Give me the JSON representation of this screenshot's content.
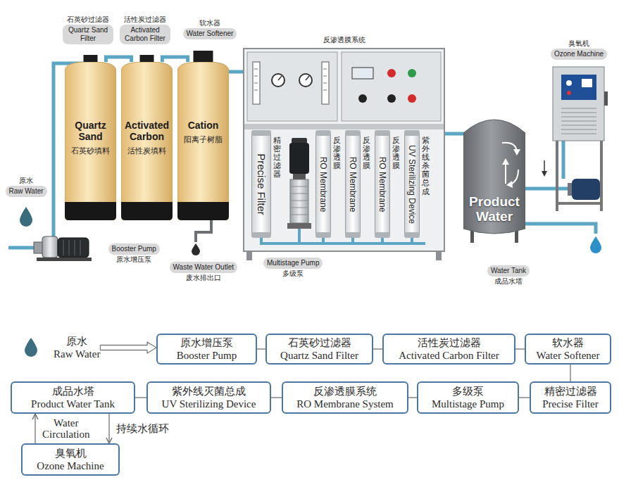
{
  "diagram": {
    "nodes": [
      {
        "text": [
          "石英砂过滤器",
          "Quartz Sand Filter"
        ]
      },
      {
        "text": [
          "活性炭过滤器",
          "Activated Carbon Filter"
        ]
      },
      {
        "text": [
          "软水器",
          "Water Softener"
        ]
      },
      {
        "text": [
          "反渗透膜系统"
        ]
      },
      {
        "text": [
          "臭氧机",
          "Ozone Machine"
        ]
      },
      {
        "text": [
          "Quartz Sand",
          "石英砂填料"
        ]
      },
      {
        "text": [
          "Activated Carbon",
          "活性炭填料"
        ]
      },
      {
        "text": [
          "Cation",
          "阳离子树脂"
        ]
      },
      {
        "text": [
          "Precise Filter",
          "精密过滤器"
        ],
        "in": 3
      },
      {
        "text": [
          "RO Membrane",
          "反渗透膜"
        ],
        "in": 3
      },
      {
        "text": [
          "RO Membrane",
          "反渗透膜"
        ],
        "in": 3
      },
      {
        "text": [
          "RO Membrane",
          "反渗透膜"
        ],
        "in": 3
      },
      {
        "text": [
          "UV Sterilizing Device",
          "紫外线杀菌总成"
        ],
        "in": 3
      },
      {
        "text": [
          "Product Water"
        ]
      },
      {
        "text": [
          "原水",
          "Raw Water"
        ]
      },
      {
        "text": [
          "Booster Pump",
          "原水增压泵"
        ]
      },
      {
        "text": [
          "Waste Water Outlet",
          "废水排出口"
        ]
      },
      {
        "text": [
          "Multistage Pump",
          "多级泵"
        ]
      },
      {
        "text": [
          "Water Tank",
          "成品水塔"
        ]
      },
      {
        "text": [
          "原水",
          "Raw Water"
        ]
      },
      {
        "text": [
          "原水增压泵",
          "Booster Pump"
        ]
      },
      {
        "text": [
          "石英砂过滤器",
          "Quartz Sand Filter"
        ]
      },
      {
        "text": [
          "活性炭过滤器",
          "Activated Carbon Filter"
        ]
      },
      {
        "text": [
          "软水器",
          "Water Softener"
        ]
      },
      {
        "text": [
          "精密过滤器",
          "Precise Filter"
        ]
      },
      {
        "text": [
          "多级泵",
          "Multistage Pump"
        ]
      },
      {
        "text": [
          "反渗透膜系统",
          "RO Membrane System"
        ]
      },
      {
        "text": [
          "紫外线灭菌总成",
          "UV Sterilizing Device"
        ]
      },
      {
        "text": [
          "成品水塔",
          "Product Water Tank"
        ]
      },
      {
        "text": [
          "臭氧机",
          "Ozone Machine"
        ]
      }
    ],
    "edges": [
      {
        "from": 5,
        "to": 6,
        "arrow": "none"
      },
      {
        "from": 6,
        "to": 7,
        "arrow": "none"
      },
      {
        "from": 7,
        "to": 3,
        "arrow": "none"
      },
      {
        "from": 3,
        "to": 13,
        "arrow": "none"
      },
      {
        "from": 19,
        "to": 20,
        "arrow": "to"
      },
      {
        "from": 20,
        "to": 21,
        "arrow": "none"
      },
      {
        "from": 21,
        "to": 22,
        "arrow": "none"
      },
      {
        "from": 22,
        "to": 23,
        "arrow": "none"
      },
      {
        "from": 23,
        "to": 24,
        "arrow": "none"
      },
      {
        "from": 24,
        "to": 25,
        "arrow": "none"
      },
      {
        "from": 25,
        "to": 26,
        "arrow": "none"
      },
      {
        "from": 26,
        "to": 27,
        "arrow": "none"
      },
      {
        "from": 27,
        "to": 28,
        "arrow": "none"
      },
      {
        "from": 29,
        "to": 28,
        "label": "Water Circulation",
        "arrow": "to"
      },
      {
        "from": 28,
        "to": 29,
        "label": "持续水循环",
        "arrow": "to"
      }
    ]
  }
}
